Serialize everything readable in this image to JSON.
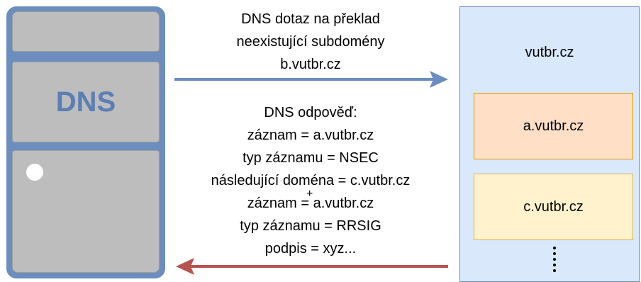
{
  "server": {
    "label": "DNS"
  },
  "query": {
    "lines": [
      "DNS dotaz na překlad",
      "neexistující subdomény",
      "b.vutbr.cz"
    ]
  },
  "response": {
    "lines": [
      "DNS odpověď:",
      "záznam = a.vutbr.cz",
      "typ záznamu = NSEC",
      "následující doména = c.vutbr.cz",
      "záznam = a.vutbr.cz",
      "typ záznamu = RRSIG",
      "podpis = xyz..."
    ],
    "separator": "+"
  },
  "zone": {
    "title": "vutbr.cz",
    "records": [
      "a.vutbr.cz",
      "c.vutbr.cz"
    ],
    "more": "⋮"
  },
  "colors": {
    "query_arrow": "#6c8ebf",
    "response_arrow": "#b85450",
    "server": "#6c8ebf",
    "zone_fill": "#dae8fc"
  }
}
